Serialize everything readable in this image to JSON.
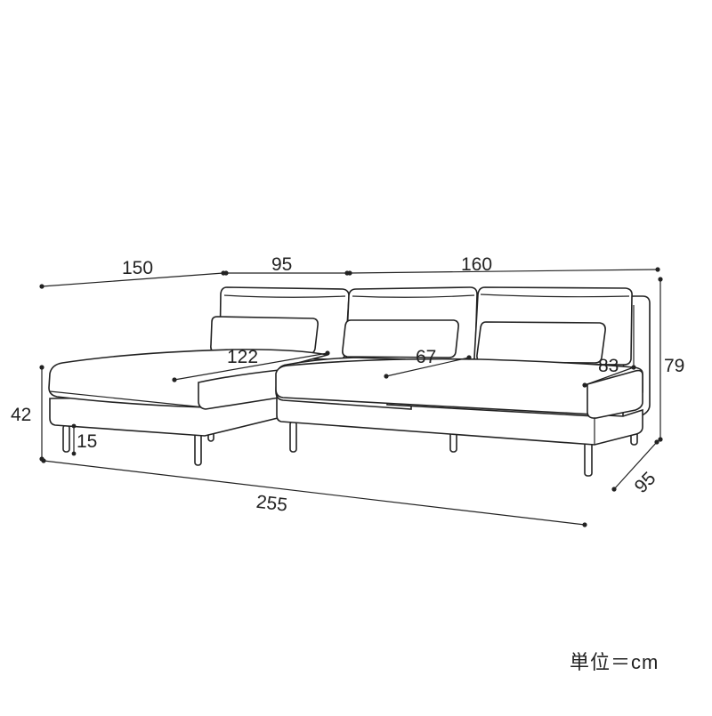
{
  "dimensions": {
    "chaise_width": "150",
    "middle_width": "95",
    "right_width": "160",
    "total_width": "255",
    "depth": "95",
    "height": "79",
    "seat_height": "42",
    "leg_clearance": "15",
    "chaise_seat_length": "122",
    "seat_depth": "67",
    "back_to_seat": "83"
  },
  "unit_label": "単位＝cm",
  "colors": {
    "line": "#222222",
    "background": "#ffffff"
  }
}
